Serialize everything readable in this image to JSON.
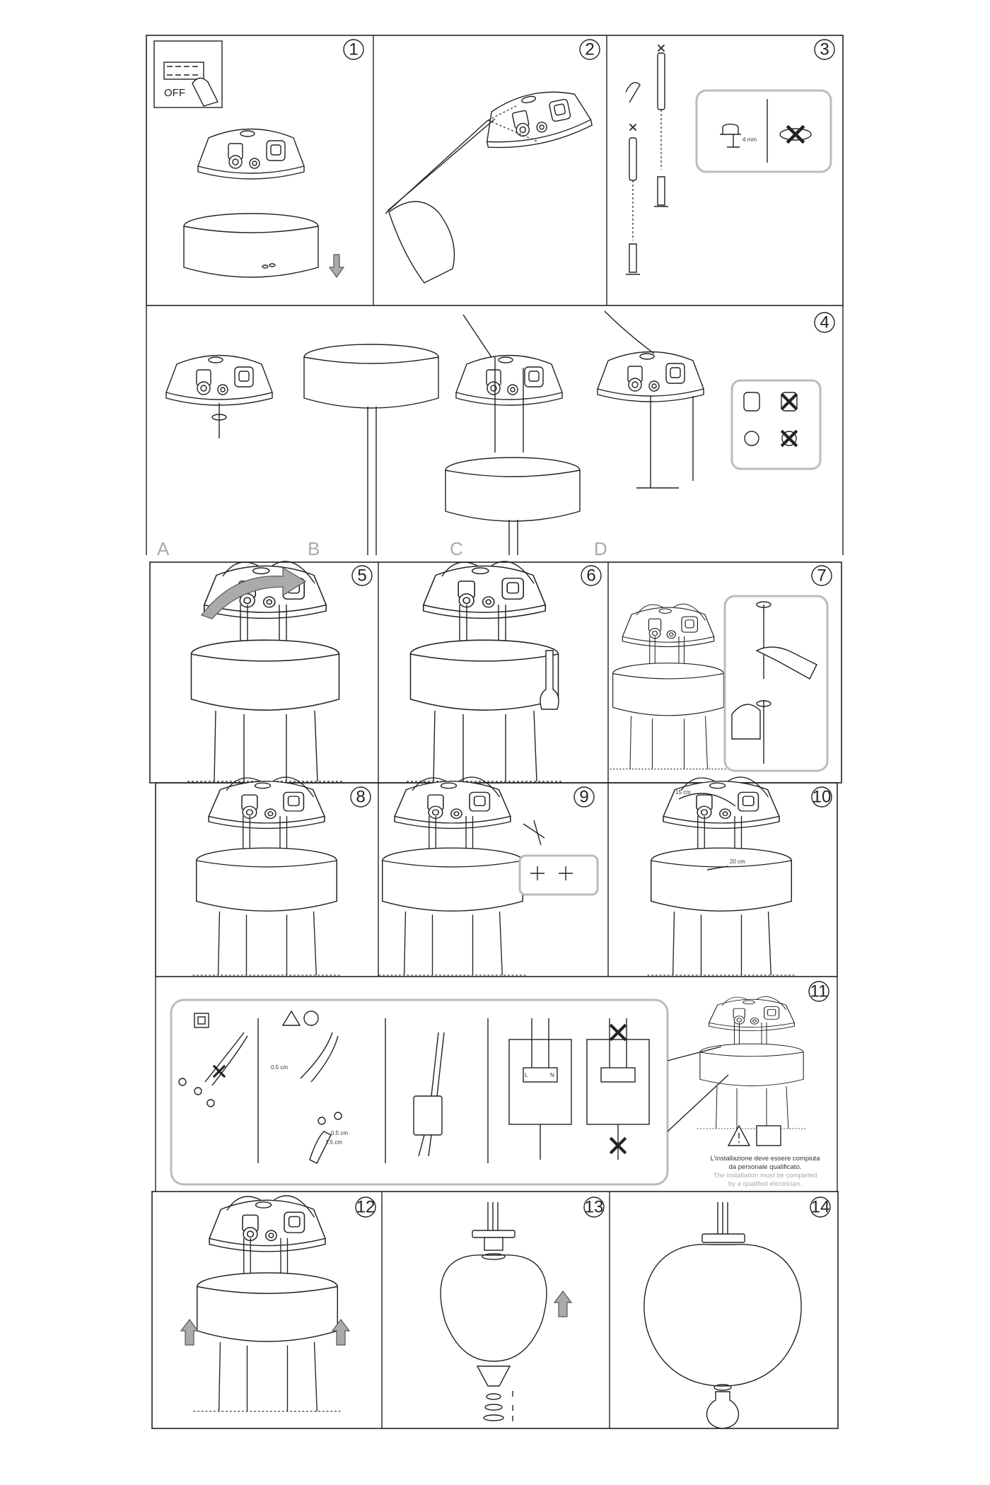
{
  "steps": [
    {
      "num": "1"
    },
    {
      "num": "2"
    },
    {
      "num": "3"
    },
    {
      "num": "4"
    },
    {
      "num": "5"
    },
    {
      "num": "6"
    },
    {
      "num": "7"
    },
    {
      "num": "8"
    },
    {
      "num": "9"
    },
    {
      "num": "10"
    },
    {
      "num": "11"
    },
    {
      "num": "12"
    },
    {
      "num": "13"
    },
    {
      "num": "14"
    }
  ],
  "step1": {
    "switch_label": "OFF"
  },
  "step3": {
    "measure": "4 mm"
  },
  "step4": {
    "sub_labels": [
      "A",
      "B",
      "C",
      "D"
    ]
  },
  "step10": {
    "measure_top": "15 cm",
    "measure_side": "20 cm"
  },
  "step11": {
    "strip_measure_1": "0.5 cm",
    "strip_measure_2": "0.5 cm",
    "strip_measure_3": "1.5 cm",
    "terminal_labels": [
      "L",
      "N"
    ],
    "note_it_line1": "L'installazione deve essere compiuta",
    "note_it_line2": "da personale qualificato.",
    "note_en_line1": "The installation must be completed",
    "note_en_line2": "by a qualified electrician."
  },
  "colors": {
    "line": "#222222",
    "callout_border": "#bbbbbb",
    "arrow_fill": "#aaaaaa",
    "sub_label": "#aaaaaa"
  }
}
